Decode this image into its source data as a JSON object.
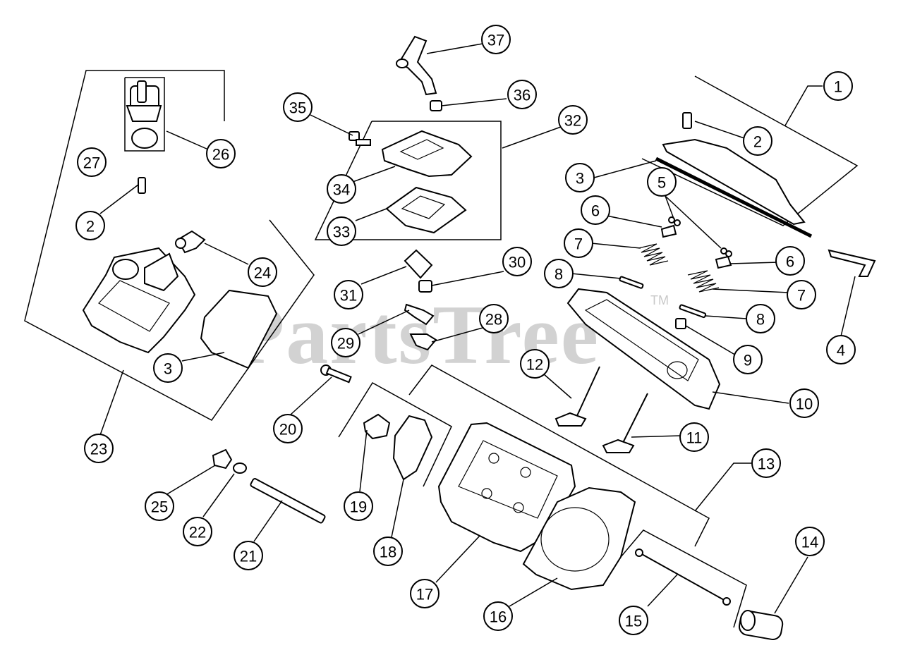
{
  "watermark": {
    "text": "PartsTree",
    "tm": "TM"
  },
  "callouts": [
    {
      "id": "c1",
      "label": "1"
    },
    {
      "id": "c2a",
      "label": "2"
    },
    {
      "id": "c2b",
      "label": "2"
    },
    {
      "id": "c3a",
      "label": "3"
    },
    {
      "id": "c3b",
      "label": "3"
    },
    {
      "id": "c4",
      "label": "4"
    },
    {
      "id": "c5",
      "label": "5"
    },
    {
      "id": "c6a",
      "label": "6"
    },
    {
      "id": "c6b",
      "label": "6"
    },
    {
      "id": "c7a",
      "label": "7"
    },
    {
      "id": "c7b",
      "label": "7"
    },
    {
      "id": "c8a",
      "label": "8"
    },
    {
      "id": "c8b",
      "label": "8"
    },
    {
      "id": "c9",
      "label": "9"
    },
    {
      "id": "c10",
      "label": "10"
    },
    {
      "id": "c11",
      "label": "11"
    },
    {
      "id": "c12",
      "label": "12"
    },
    {
      "id": "c13",
      "label": "13"
    },
    {
      "id": "c14",
      "label": "14"
    },
    {
      "id": "c15",
      "label": "15"
    },
    {
      "id": "c16",
      "label": "16"
    },
    {
      "id": "c17",
      "label": "17"
    },
    {
      "id": "c18",
      "label": "18"
    },
    {
      "id": "c19",
      "label": "19"
    },
    {
      "id": "c20",
      "label": "20"
    },
    {
      "id": "c21",
      "label": "21"
    },
    {
      "id": "c22",
      "label": "22"
    },
    {
      "id": "c23",
      "label": "23"
    },
    {
      "id": "c24",
      "label": "24"
    },
    {
      "id": "c25",
      "label": "25"
    },
    {
      "id": "c26",
      "label": "26"
    },
    {
      "id": "c27",
      "label": "27"
    },
    {
      "id": "c28",
      "label": "28"
    },
    {
      "id": "c29",
      "label": "29"
    },
    {
      "id": "c30",
      "label": "30"
    },
    {
      "id": "c31",
      "label": "31"
    },
    {
      "id": "c32",
      "label": "32"
    },
    {
      "id": "c33",
      "label": "33"
    },
    {
      "id": "c34",
      "label": "34"
    },
    {
      "id": "c35",
      "label": "35"
    },
    {
      "id": "c36",
      "label": "36"
    },
    {
      "id": "c37",
      "label": "37"
    }
  ]
}
